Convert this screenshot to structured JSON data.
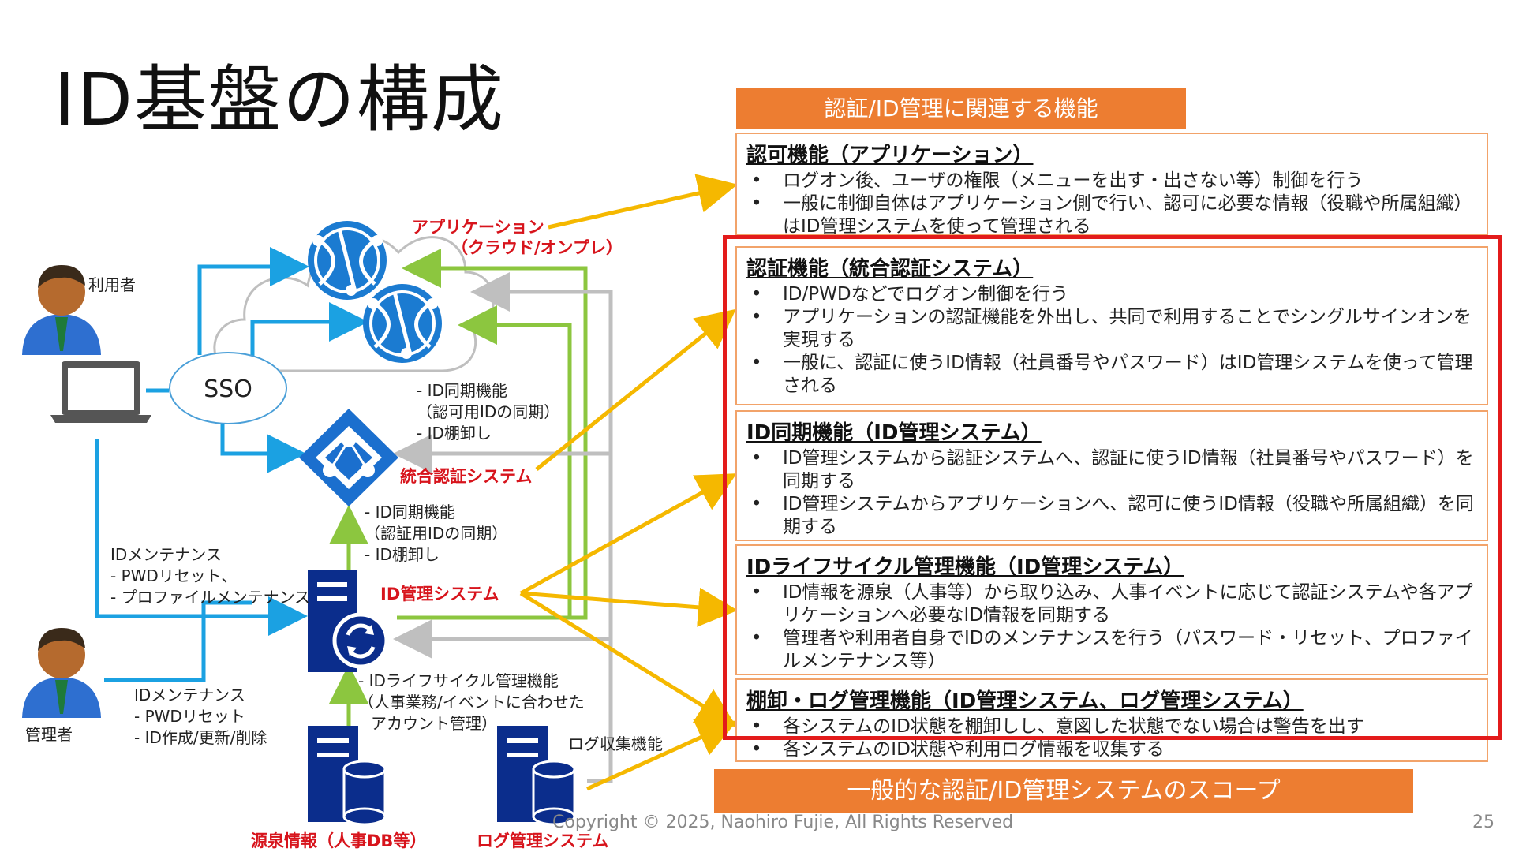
{
  "title": "ID基盤の構成",
  "scope_banner_top": "認証/ID管理に関連する機能",
  "scope_banner_bottom": "一般的な認証/ID管理システムのスコープ",
  "boxes": [
    {
      "heading": "認可機能（アプリケーション）",
      "items": [
        "ログオン後、ユーザの権限（メニューを出す・出さない等）制御を行う",
        "一般に制御自体はアプリケーション側で行い、認可に必要な情報（役職や所属組織）はID管理システムを使って管理される"
      ]
    },
    {
      "heading": "認証機能（統合認証システム）",
      "items": [
        "ID/PWDなどでログオン制御を行う",
        "アプリケーションの認証機能を外出し、共同で利用することでシングルサインオンを実現する",
        "一般に、認証に使うID情報（社員番号やパスワード）はID管理システムを使って管理される"
      ]
    },
    {
      "heading": "ID同期機能（ID管理システム）",
      "items": [
        "ID管理システムから認証システムへ、認証に使うID情報（社員番号やパスワード）を同期する",
        "ID管理システムからアプリケーションへ、認可に使うID情報（役職や所属組織）を同期する"
      ]
    },
    {
      "heading": "IDライフサイクル管理機能（ID管理システム）",
      "items": [
        "ID情報を源泉（人事等）から取り込み、人事イベントに応じて認証システムや各アプリケーションへ必要なID情報を同期する",
        "管理者や利用者自身でIDのメンテナンスを行う（パスワード・リセット、プロファイルメンテナンス等）"
      ]
    },
    {
      "heading": "棚卸・ログ管理機能（ID管理システム、ログ管理システム）",
      "items": [
        "各システムのID状態を棚卸しし、意図した状態でない場合は警告を出す",
        "各システムのID状態や利用ログ情報を収集する"
      ]
    }
  ],
  "diagram": {
    "user_label": "利用者",
    "admin_label": "管理者",
    "sso_label": "SSO",
    "app_label_1": "アプリケーション",
    "app_label_2": "（クラウド/オンプレ）",
    "sync_authz": [
      "- ID同期機能",
      "（認可用IDの同期）",
      "- ID棚卸し"
    ],
    "auth_system_label": "統合認証システム",
    "sync_authn": [
      "- ID同期機能",
      "（認証用IDの同期）",
      "- ID棚卸し"
    ],
    "idm_label": "ID管理システム",
    "user_maint": [
      "IDメンテナンス",
      "- PWDリセット、",
      "- プロファイルメンテナンス"
    ],
    "admin_maint": [
      "IDメンテナンス",
      "- PWDリセット",
      "- ID作成/更新/削除"
    ],
    "lifecycle": [
      "- IDライフサイクル管理機能",
      "（人事業務/イベントに合わせた",
      "アカウント管理）"
    ],
    "log_collect": "ログ収集機能",
    "source_label": "源泉情報（人事DB等）",
    "log_system_label": "ログ管理システム"
  },
  "footer": "Copyright © 2025, Naohiro Fujie, All Rights Reserved",
  "page_number": "25",
  "colors": {
    "orange": "#ED7D31",
    "scope_red": "#E31B1B",
    "arrow_yellow": "#F5B800",
    "arrow_blue": "#1BA1E2",
    "arrow_green": "#8CC63F",
    "arrow_gray": "#BFBFBF",
    "icon_blue": "#0F5AB4",
    "server_navy": "#0B2D8C"
  },
  "icons": [
    "person-icon",
    "laptop-icon",
    "cloud-icon",
    "web-app-icon",
    "azure-ad-icon",
    "server-sync-icon",
    "database-server-icon"
  ]
}
